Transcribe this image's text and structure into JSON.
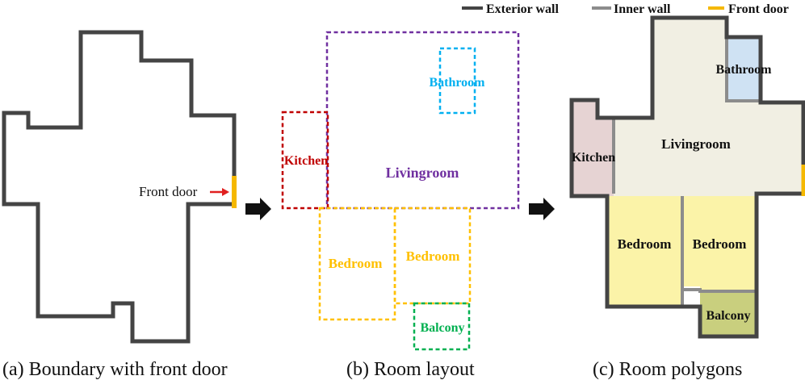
{
  "legend": {
    "exterior_wall": "Exterior wall",
    "inner_wall": "Inner wall",
    "front_door": "Front door"
  },
  "panel_a": {
    "front_door_label": "Front door",
    "caption": "(a) Boundary with front door"
  },
  "panel_b": {
    "rooms": {
      "bathroom": "Bathroom",
      "kitchen": "Kitchen",
      "livingroom": "Livingroom",
      "bedroom_left": "Bedroom",
      "bedroom_right": "Bedroom",
      "balcony": "Balcony"
    },
    "caption": "(b) Room layout"
  },
  "panel_c": {
    "rooms": {
      "bathroom": "Bathroom",
      "kitchen": "Kitchen",
      "livingroom": "Livingroom",
      "bedroom_left": "Bedroom",
      "bedroom_right": "Bedroom",
      "balcony": "Balcony"
    },
    "caption": "(c) Room polygons"
  },
  "colors": {
    "exterior_wall": "#444444",
    "inner_wall": "#8c8c8c",
    "front_door": "#f5b800",
    "livingroom_layout": "#7030a0",
    "bathroom_layout": "#00b0f0",
    "kitchen_layout": "#c00000",
    "bedroom_layout": "#ffc000",
    "balcony_layout": "#00b050",
    "arrow": "#111111",
    "front_door_arrow": "#e02020",
    "livingroom_fill": "#f1efe3",
    "bathroom_fill": "#cfe2f3",
    "kitchen_fill": "#e6d3d3",
    "bedroom_fill": "#fbf3a8",
    "balcony_fill": "#c9cf7e"
  }
}
